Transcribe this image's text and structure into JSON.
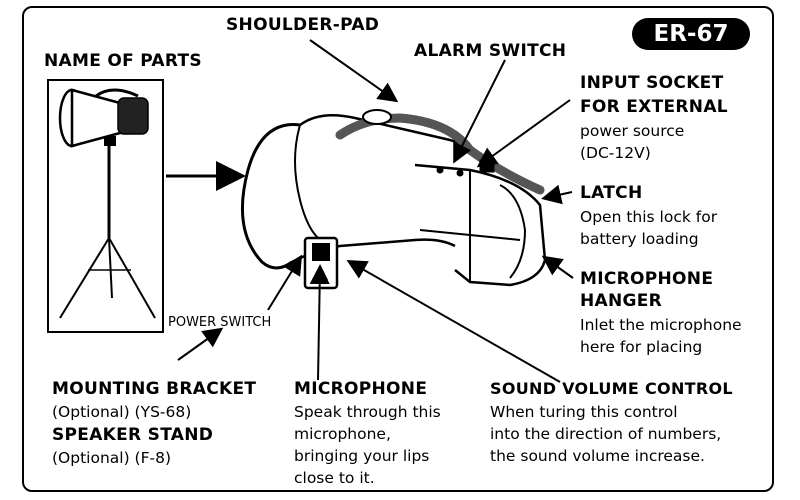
{
  "badge": "ER-67",
  "name_of_parts": "NAME OF PARTS",
  "labels": {
    "shoulder_pad": "SHOULDER-PAD",
    "alarm_switch": "ALARM SWITCH",
    "input_socket_1": "INPUT SOCKET",
    "input_socket_2": "FOR EXTERNAL",
    "input_socket_3": "power source",
    "input_socket_4": "(DC-12V)",
    "latch": "LATCH",
    "latch_1": "Open this lock for",
    "latch_2": "battery loading",
    "mic_hanger_1": "MICROPHONE",
    "mic_hanger_2": "HANGER",
    "mic_hanger_3": "Inlet the microphone",
    "mic_hanger_4": "here for placing",
    "power_switch": "POWER SWITCH",
    "mounting_bracket": "MOUNTING BRACKET",
    "mounting_bracket_opt": "(Optional) (YS-68)",
    "speaker_stand": "SPEAKER STAND",
    "speaker_stand_opt": "(Optional) (F-8)",
    "microphone": "MICROPHONE",
    "microphone_1": "Speak through this",
    "microphone_2": "microphone,",
    "microphone_3": "bringing your lips",
    "microphone_4": "close to it.",
    "volume": "SOUND VOLUME CONTROL",
    "volume_1": "When turing this control",
    "volume_2": "into the direction of numbers,",
    "volume_3": "the sound volume increase."
  }
}
